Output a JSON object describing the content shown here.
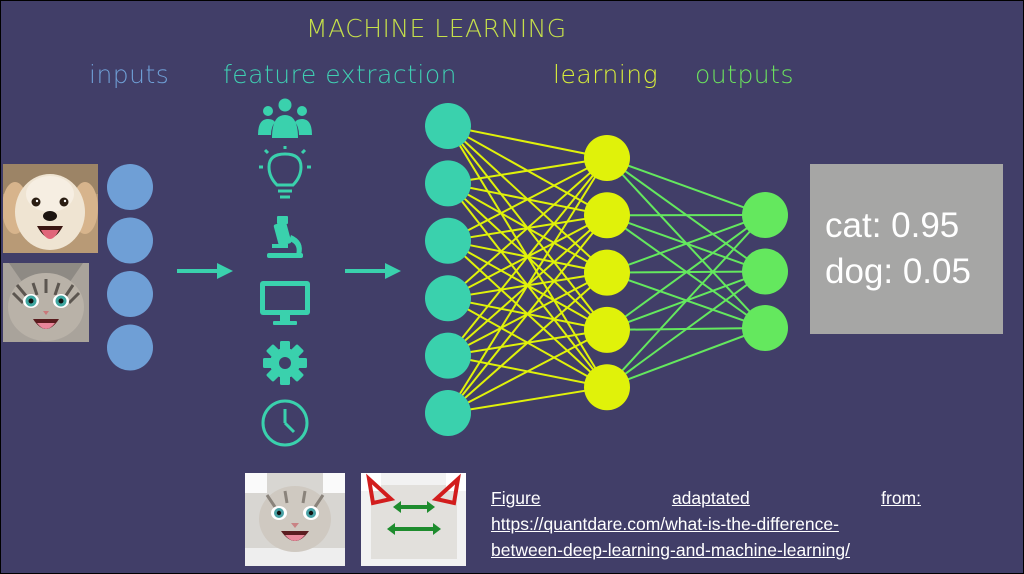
{
  "title": "MACHINE LEARNING",
  "stages": {
    "inputs": "inputs",
    "feature_extraction": "feature extraction",
    "learning": "learning",
    "outputs": "outputs"
  },
  "feature_icons": [
    "people-icon",
    "lightbulb-icon",
    "microscope-icon",
    "monitor-icon",
    "gear-icon",
    "clock-icon"
  ],
  "network": {
    "input_nodes": 4,
    "feature_nodes": 6,
    "hidden_nodes": 5,
    "output_nodes": 3
  },
  "result": {
    "cat": "cat: 0.95",
    "dog": "dog: 0.05"
  },
  "caption": {
    "word1": "Figure",
    "word2": "adaptated",
    "word3": "from:",
    "url_line1": "https://quantdare.com/what-is-the-difference-",
    "url_line2": "between-deep-learning-and-machine-learning/"
  },
  "colors": {
    "background": "#413e68",
    "input_node": "#6f9fd6",
    "feature": "#3ad1ad",
    "hidden": "#e0f20a",
    "output": "#64e85e",
    "title": "#c6e04a",
    "result_box": "#a6a6a5"
  }
}
